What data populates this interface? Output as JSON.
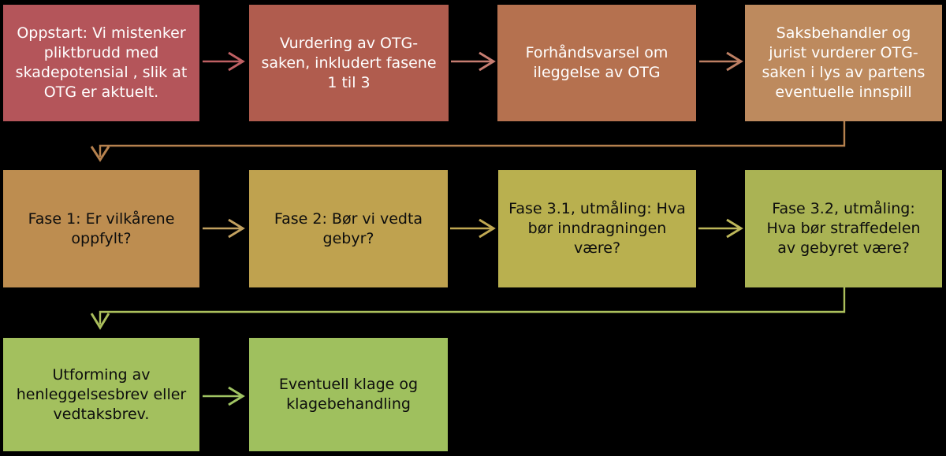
{
  "diagram": {
    "background_color": "#000000",
    "boxes": [
      {
        "id": "oppstart",
        "text": "Oppstart: Vi mistenker pliktbrudd med skadepotensial , slik at OTG er aktuelt.",
        "color": "#b4555a",
        "text_color": "#ffffff"
      },
      {
        "id": "vurdering-otg-saken",
        "text": "Vurdering av OTG-saken, inkludert fasene 1 til 3",
        "color": "#b05c4e",
        "text_color": "#ffffff"
      },
      {
        "id": "forhandsvarsel",
        "text": "Forhåndsvarsel om ileggelse av OTG",
        "color": "#b5714f",
        "text_color": "#ffffff"
      },
      {
        "id": "saksbehandler-vurdering",
        "text": "Saksbehandler og jurist vurderer OTG-saken i lys av partens eventuelle innspill",
        "color": "#bd8a5e",
        "text_color": "#ffffff"
      },
      {
        "id": "fase-1",
        "text": "Fase 1: Er vilkårene oppfylt?",
        "color": "#bd8d50",
        "text_color": "#0d0d0d"
      },
      {
        "id": "fase-2",
        "text": "Fase 2: Bør vi vedta gebyr?",
        "color": "#bfa24f",
        "text_color": "#0d0d0d"
      },
      {
        "id": "fase-3-1",
        "text": "Fase 3.1, utmåling: Hva bør inndragningen være?",
        "color": "#b9b04f",
        "text_color": "#0d0d0d"
      },
      {
        "id": "fase-3-2",
        "text": "Fase 3.2, utmåling: Hva bør straffedelen av gebyret være?",
        "color": "#aab354",
        "text_color": "#0d0d0d"
      },
      {
        "id": "utforming-brev",
        "text": "Utforming av henleggelsesbrev eller vedtaksbrev.",
        "color": "#a3c05e",
        "text_color": "#0d0d0d"
      },
      {
        "id": "klage",
        "text": "Eventuell klage og klagebehandling",
        "color": "#9fc05e",
        "text_color": "#0d0d0d"
      }
    ],
    "connectors": [
      {
        "from": "oppstart",
        "to": "vurdering-otg-saken",
        "shape": "straight-right",
        "color": "#bf6063"
      },
      {
        "from": "vurdering-otg-saken",
        "to": "forhandsvarsel",
        "shape": "straight-right",
        "color": "#c67d71"
      },
      {
        "from": "forhandsvarsel",
        "to": "saksbehandler-vurdering",
        "shape": "straight-right",
        "color": "#bd7f63"
      },
      {
        "from": "saksbehandler-vurdering",
        "to": "fase-1",
        "shape": "elbow-down-left",
        "color": "#b5814e"
      },
      {
        "from": "fase-1",
        "to": "fase-2",
        "shape": "straight-right",
        "color": "#c2a160"
      },
      {
        "from": "fase-2",
        "to": "fase-3-1",
        "shape": "straight-right",
        "color": "#c0a852"
      },
      {
        "from": "fase-3-1",
        "to": "fase-3-2",
        "shape": "straight-right",
        "color": "#bdb75a"
      },
      {
        "from": "fase-3-2",
        "to": "utforming-brev",
        "shape": "elbow-down-left",
        "color": "#abbf5c"
      },
      {
        "from": "utforming-brev",
        "to": "klage",
        "shape": "straight-right",
        "color": "#a0c463"
      }
    ]
  }
}
